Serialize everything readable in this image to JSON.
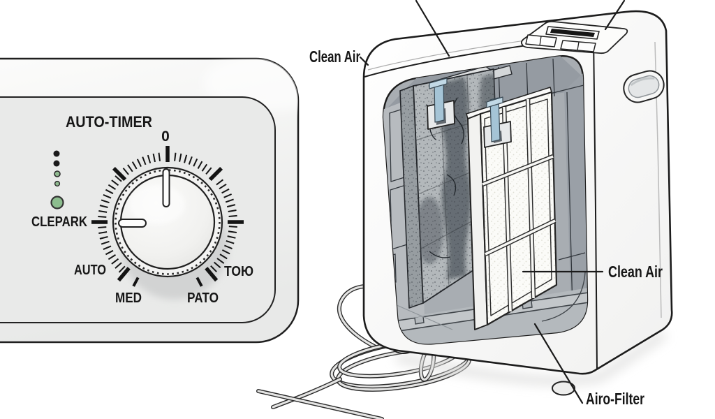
{
  "control_panel": {
    "title": "AUTO-TIMER",
    "dial_zero": "0",
    "labels": {
      "clepark": "CLEPARK",
      "auto": "AUTO",
      "med": "MED",
      "pato": "PATO",
      "toyu": "TOЮ"
    },
    "led_color": "#8cbd8e"
  },
  "purifier": {
    "labels": {
      "clean_air_left": "Clean Air",
      "clean_air_right": "Clean Air",
      "airo_filter": "Airo-Filter"
    },
    "tab_color": "#a5c4d6",
    "interior_color": "#a8adb2"
  }
}
